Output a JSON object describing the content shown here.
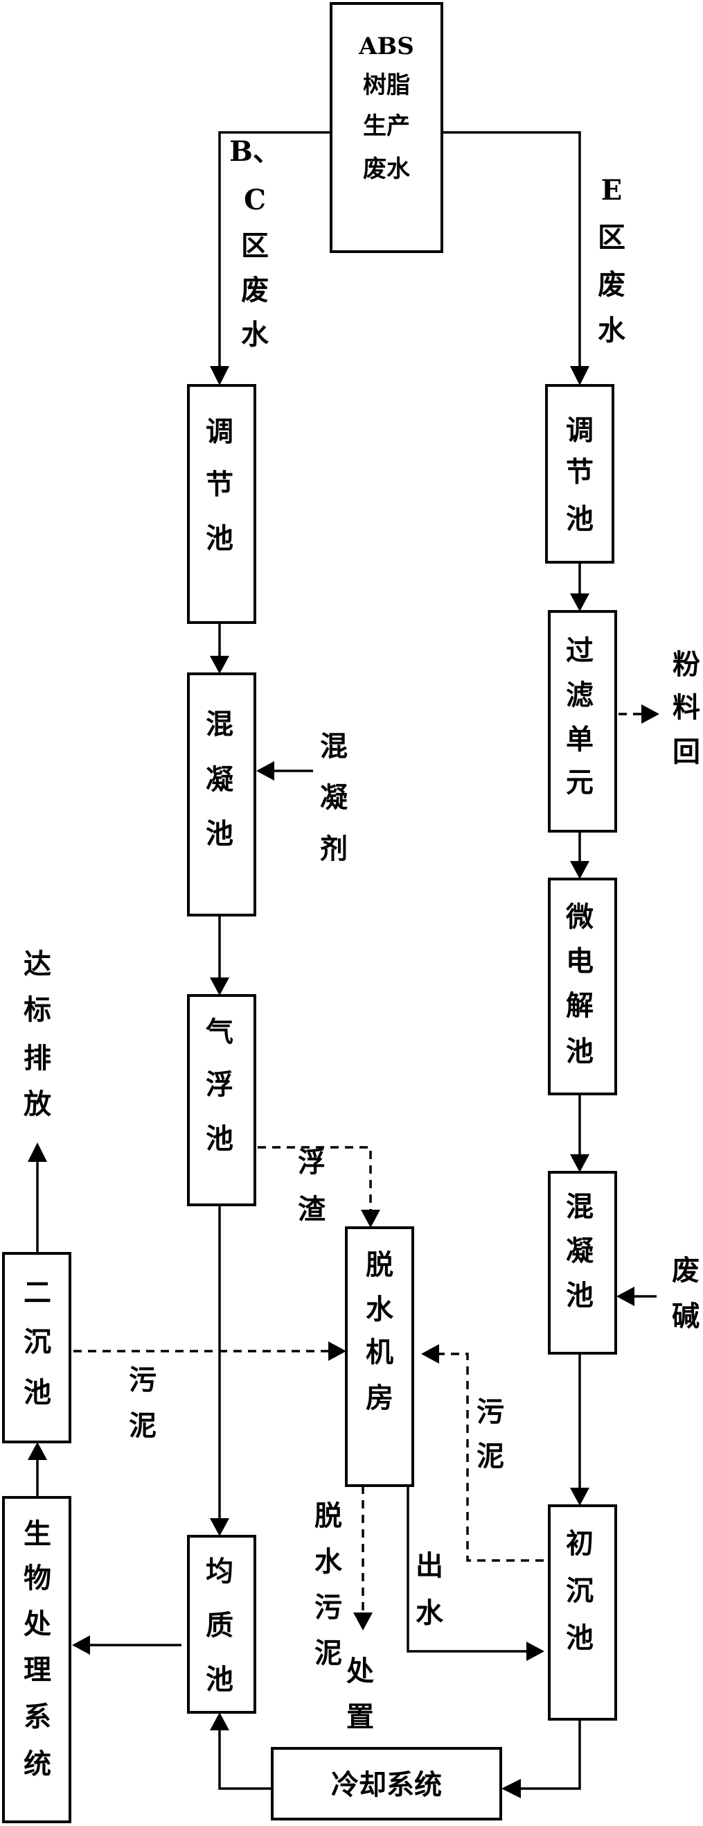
{
  "nodes": {
    "source": {
      "lines": [
        "ABS",
        "树脂",
        "生产",
        "废水"
      ]
    },
    "tank_reg_left": {
      "chars": [
        "调",
        "节",
        "池"
      ]
    },
    "tank_coag_left": {
      "chars": [
        "混",
        "凝",
        "池"
      ]
    },
    "tank_flot": {
      "chars": [
        "气",
        "浮",
        "池"
      ]
    },
    "tank_homog": {
      "chars": [
        "均",
        "质",
        "池"
      ]
    },
    "tank_dewater": {
      "chars": [
        "脱",
        "水",
        "机",
        "房"
      ]
    },
    "tank_secondary": {
      "chars": [
        "二",
        "沉",
        "池"
      ]
    },
    "bio_system": {
      "chars": [
        "生",
        "物",
        "处",
        "理",
        "系",
        "统"
      ]
    },
    "tank_reg_right": {
      "chars": [
        "调",
        "节",
        "池"
      ]
    },
    "filter_unit": {
      "chars": [
        "过",
        "滤",
        "单",
        "元"
      ]
    },
    "micro_elec": {
      "chars": [
        "微",
        "电",
        "解",
        "池"
      ]
    },
    "tank_coag_right": {
      "chars": [
        "混",
        "凝",
        "池"
      ]
    },
    "tank_primary": {
      "chars": [
        "初",
        "沉",
        "池"
      ]
    },
    "cooling": {
      "label": "冷却系统"
    }
  },
  "labels": {
    "bc_waste": [
      "B、",
      "C",
      "区",
      "废",
      "水"
    ],
    "e_waste": [
      "E",
      "区",
      "废",
      "水"
    ],
    "coagulant": [
      "混",
      "凝",
      "剂"
    ],
    "powder_return": [
      "粉",
      "料",
      "回"
    ],
    "discharge": [
      "达",
      "标",
      "排",
      "放"
    ],
    "scum": [
      "浮",
      "渣"
    ],
    "waste_alkali": [
      "废",
      "碱"
    ],
    "sludge_left": [
      "污",
      "泥"
    ],
    "sludge_right": [
      "污",
      "泥"
    ],
    "dewatered_sludge": [
      "脱",
      "水",
      "污",
      "泥"
    ],
    "outflow_water": [
      "出",
      "水"
    ],
    "disposal": [
      "处",
      "置"
    ]
  }
}
